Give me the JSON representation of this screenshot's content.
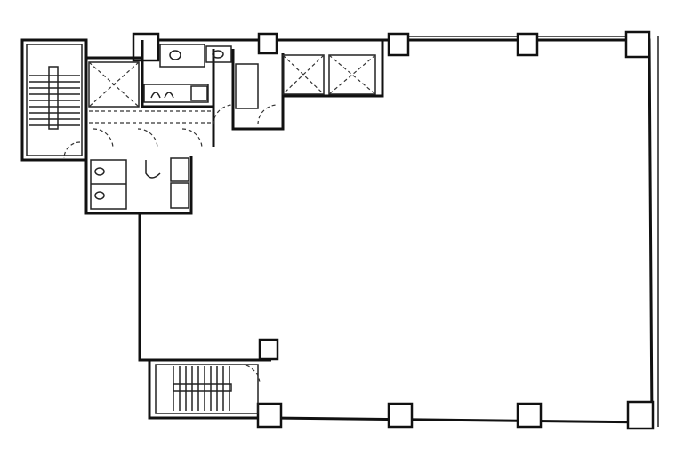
{
  "floor_plan": {
    "colors": {
      "line": "#111111",
      "background": "#ffffff"
    },
    "rooms": [
      "stairwell",
      "elevator",
      "elevator",
      "elevator",
      "restroom",
      "restroom",
      "office-floor",
      "stairwell"
    ]
  }
}
